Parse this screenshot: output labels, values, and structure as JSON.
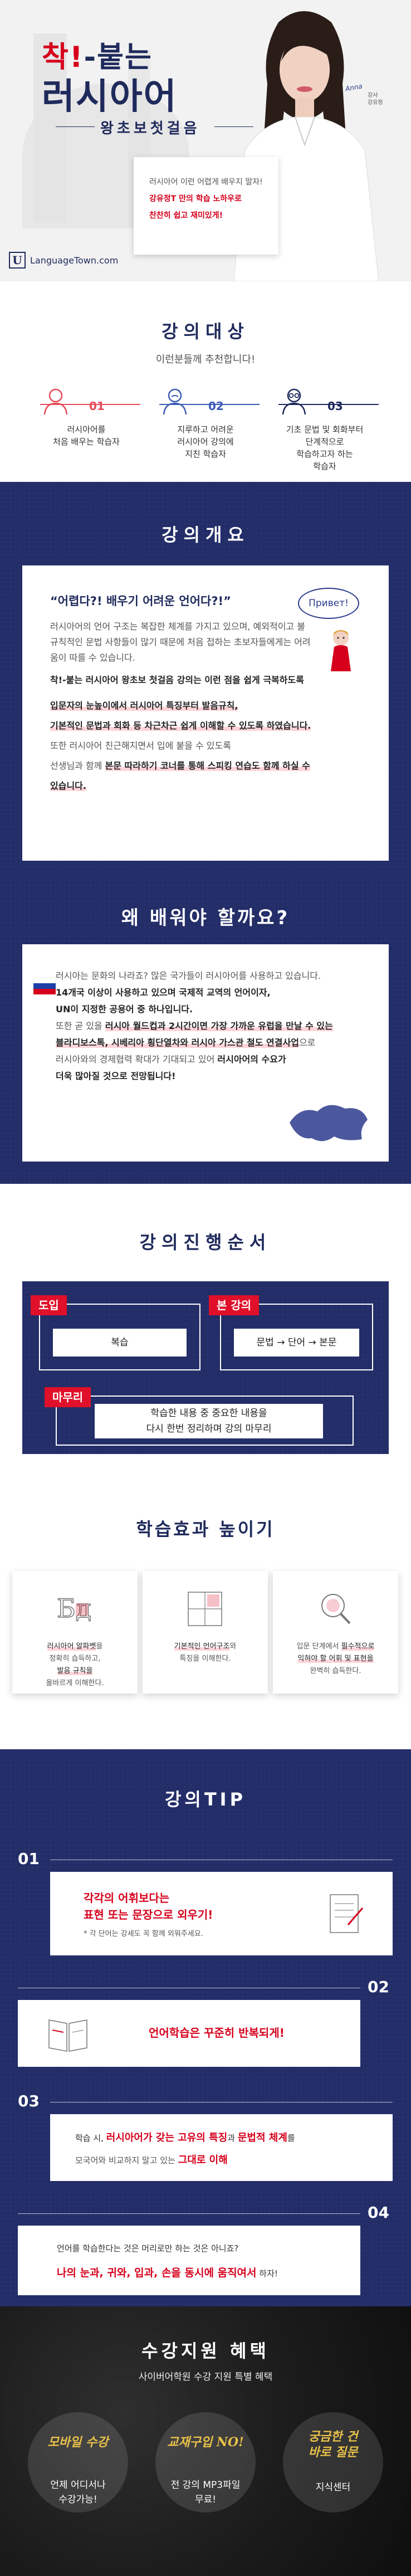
{
  "hero": {
    "title_line1_pre": "착!",
    "title_line1_post": "붙는",
    "title_line2": "러시아어",
    "subtitle": "왕초보첫걸음",
    "card_lines": [
      "러시아어 이런 어렵게 배우지 말자!",
      "강유정T 만의 학습 노하우로",
      "찬찬히 쉽고 재미있게!"
    ],
    "signature": "Anna",
    "teacher_badge": [
      "강사",
      "강유정"
    ],
    "logo_mark": "U",
    "logo_text": "LanguageTown.com"
  },
  "audience": {
    "title": "강의대상",
    "subtitle": "이런분들께 추천합니다!",
    "items": [
      {
        "num": "01",
        "lines": [
          "러시아어를",
          "처음 배우는 학습자"
        ],
        "color": "#e64b5a"
      },
      {
        "num": "02",
        "lines": [
          "지루하고 어려운",
          "러시아어 강의에",
          "지친 학습자"
        ],
        "color": "#3b5bb5"
      },
      {
        "num": "03",
        "lines": [
          "기초 문법 및 회화부터",
          "단계적으로",
          "학습하고자 하는",
          "학습자"
        ],
        "color": "#1f2a5c"
      }
    ]
  },
  "overview": {
    "title": "강의개요",
    "quote": "“어렵다?! 배우기 어려운 언어다?!”",
    "bubble": "Привет!",
    "para1": "러시아어의 언어 구조는 복잡한 체계를 가지고 있으며, 예외적이고 불규칙적인 문법 사항들이 많기 때문에 처음 접하는 초보자들에게는 어려움이 따를 수 있습니다.",
    "para2": "착!-붙는 러시아어 왕초보 첫걸음 강의는 이런 점을 쉽게 극복하도록",
    "line_a": "입문자의 눈높이에서 러시아어 특징부터 발음규칙,",
    "line_b": "기본적인 문법과 회화 등 차근차근 쉽게 이해할 수 있도록 하였습니다.",
    "line_c": "또한 러시아어 친근해지면서 입에 붙을 수 있도록",
    "line_d_pre": "선생님과 함께 ",
    "line_d_hl": "본문 따라하기 코너를 통해 스피킹 연습도 함께 하실 수",
    "line_e": "있습니다."
  },
  "why": {
    "title": "왜 배워야 할까요?",
    "l1": "러시아는 문화의 나라죠? 많은 국가들이 러시아어를 사용하고 있습니다.",
    "l2": "14개국 이상이 사용하고 있으며 국제적 교역의 언어이자,",
    "l3": "UN이 지정한 공용어 중 하나입니다.",
    "l4_pre": "또한 곧 있을 ",
    "l4_hl": "러시아 월드컵과 2시간이면 가장 가까운 유럽을 만날 수 있는",
    "l5_hl": "블라디보스톡, 시베리아 횡단열차와 러시아 가스관 철도 연결사업",
    "l5_post": "으로",
    "l6_pre": "러시아와의 경제협력 확대가 기대되고 있어 ",
    "l6_b": "러시아어의 수요가",
    "l7": "더욱 많아질 것으로 전망됩니다!"
  },
  "process": {
    "title": "강의진행순서",
    "step1_tag": "도입",
    "step1_text": "복습",
    "step2_tag": "본 강의",
    "step2_text": "문법 → 단어 → 본문",
    "step3_tag": "마무리",
    "step3_lines": [
      "학습한 내용 중 중요한 내용을",
      "다시 한번 정리하며 강의 마무리"
    ]
  },
  "effect": {
    "title": "학습효과 높이기",
    "items": [
      {
        "lines_pre": "",
        "hl": "러시아어 알파벳",
        "post": "을",
        "rest": [
          "정확히 습득하고,",
          "발음 규칙을",
          "올바르게 이해한다."
        ],
        "icon": "alphabet-icon"
      },
      {
        "lines_pre": "",
        "hl": "기본적인 언어구조",
        "post": "와",
        "rest": [
          "특징을 이해한다."
        ],
        "icon": "blueprint-icon"
      },
      {
        "lines_pre": "입문 단계에서 ",
        "hl": "필수적으로",
        "post": "",
        "rest": [
          "익혀야 할 어휘 및 표현을",
          "완벽히 습득한다."
        ],
        "icon": "magnifier-icon"
      }
    ]
  },
  "tip": {
    "title": "강의TIP",
    "items": [
      {
        "num": "01",
        "t1": [
          "각각의 어휘보다는",
          "표현 또는 문장으로 외우기!"
        ],
        "t2": "* 각 단어는 강세도 꼭 함께 외워주세요."
      },
      {
        "num": "02",
        "t1": [
          "언어학습은 꾸준히 반복되게!"
        ],
        "t2": ""
      },
      {
        "num": "03",
        "t1_pre": "학습 시, ",
        "t1_hl1": "러시아어가 갖는 고유의 특징",
        "t1_mid": "과 ",
        "t1_hl2": "문법적 체계",
        "t1_post": "를",
        "t2_pre": "모국어와 비교하지 말고 있는 ",
        "t2_hl": "그대로 이해"
      },
      {
        "num": "04",
        "t1": "언어를 학습한다는 것은 머리로만 하는 것은 아니죠?",
        "t2_hl": "나의 눈과, 귀와, 입과, 손을 동시에 움직여서",
        "t2_post": " 하자!"
      }
    ]
  },
  "support": {
    "title": "수강지원 혜택",
    "subtitle": "사이버어학원 수강 지원 특별 혜택",
    "items": [
      {
        "head": [
          "모바일 수강"
        ],
        "lines": [
          "언제 어디서나",
          "수강가능!"
        ]
      },
      {
        "head": [
          "교재구입 NO!"
        ],
        "lines": [
          "전 강의 MP3파일",
          "무료!"
        ]
      },
      {
        "head": [
          "궁금한 건",
          "바로 질문"
        ],
        "lines": [
          "지식센터"
        ]
      }
    ]
  }
}
